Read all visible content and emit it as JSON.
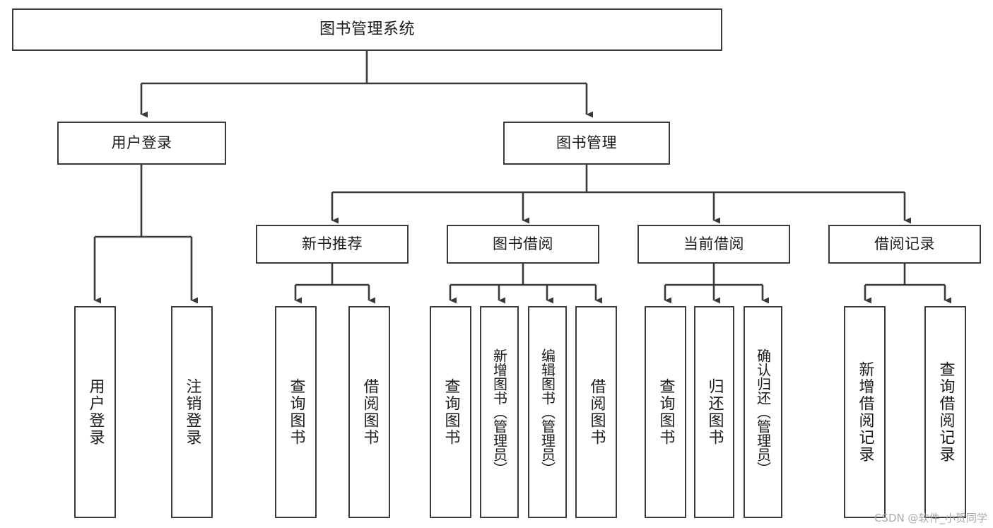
{
  "diagram": {
    "title": "图书管理系统",
    "type": "tree-hierarchy",
    "watermark": "CSDN @软件_小贺同学",
    "stroke_color": "#3a3a3a",
    "fill_color": "#ffffff",
    "text_color": "#1b1b1b",
    "levels": {
      "root": "图书管理系统",
      "level1": [
        "用户登录",
        "图书管理"
      ],
      "level2": [
        "新书推荐",
        "图书借阅",
        "当前借阅",
        "借阅记录"
      ]
    },
    "nodes": {
      "root": {
        "label": "图书管理系统"
      },
      "user_login": {
        "label": "用户登录"
      },
      "book_manage": {
        "label": "图书管理"
      },
      "new_book_rec": {
        "label": "新书推荐"
      },
      "book_borrow": {
        "label": "图书借阅"
      },
      "current_borrow": {
        "label": "当前借阅"
      },
      "borrow_record": {
        "label": "借阅记录"
      },
      "leaf_user_login": {
        "label": "用户登录"
      },
      "leaf_logout": {
        "label": "注销登录"
      },
      "leaf_query_book_1": {
        "label": "查询图书"
      },
      "leaf_borrow_book_1": {
        "label": "借阅图书"
      },
      "leaf_query_book_2": {
        "label": "查询图书"
      },
      "leaf_add_book": {
        "label": "新增图书（管理员）"
      },
      "leaf_edit_book": {
        "label": "编辑图书（管理员）"
      },
      "leaf_borrow_book_2": {
        "label": "借阅图书"
      },
      "leaf_query_book_3": {
        "label": "查询图书"
      },
      "leaf_return_book": {
        "label": "归还图书"
      },
      "leaf_confirm_return": {
        "label": "确认归还（管理员）"
      },
      "leaf_add_record": {
        "label": "新增借阅记录"
      },
      "leaf_query_record": {
        "label": "查询借阅记录"
      }
    }
  }
}
